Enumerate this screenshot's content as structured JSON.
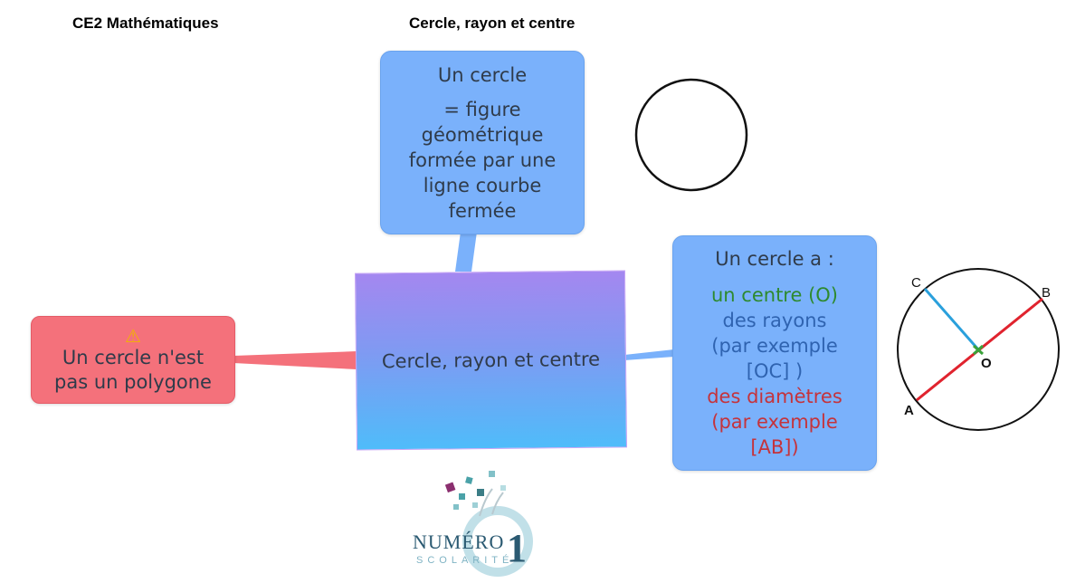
{
  "header": {
    "subject": "CE2 Mathématiques",
    "topic": "Cercle, rayon et centre"
  },
  "central_node": {
    "label": "Cercle, rayon et centre"
  },
  "definition_node": {
    "title": "Un cercle",
    "line1": "= figure",
    "line2": "géométrique",
    "line3": "formée par une",
    "line4": "ligne courbe",
    "line5": "fermée"
  },
  "warning_node": {
    "icon": "warning-icon",
    "line1": "Un cercle n'est",
    "line2": "pas un polygone"
  },
  "properties_node": {
    "title": "Un cercle a :",
    "centre": "un centre (O)",
    "rayons": "des rayons",
    "rayons_ex1": "(par exemple",
    "rayons_ex2": "[OC] )",
    "diametres": "des diamètres",
    "diametres_ex1": "(par exemple",
    "diametres_ex2": "[AB])"
  },
  "circle_diagram": {
    "point_a": "A",
    "point_b": "B",
    "point_c": "C",
    "point_o": "O"
  },
  "logo": {
    "name": "NUMÉRO",
    "number": "1",
    "tagline": "SCOLARITÉ"
  },
  "colors": {
    "node_blue": "#7ab1fb",
    "node_red": "#f4717b",
    "central_top": "#a487f0",
    "central_bottom": "#4fbcfa",
    "centre_green": "#2e8a2e",
    "rayon_blue": "#2f63b0",
    "diametre_red": "#c5333b"
  }
}
